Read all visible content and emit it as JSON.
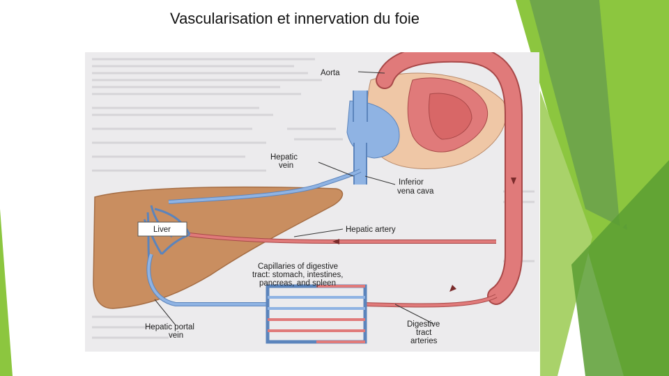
{
  "slide": {
    "title": "Vascularisation et innervation du foie"
  },
  "diagram": {
    "labels": {
      "aorta": "Aorta",
      "hepatic_vein_1": "Hepatic",
      "hepatic_vein_2": "vein",
      "ivc_1": "Inferior",
      "ivc_2": "vena cava",
      "liver": "Liver",
      "hepatic_artery": "Hepatic artery",
      "capillaries_1": "Capillaries of digestive",
      "capillaries_2": "tract: stomach, intestines,",
      "capillaries_3": "pancreas, and spleen",
      "portal_1": "Hepatic portal",
      "portal_2": "vein",
      "dta_1": "Digestive",
      "dta_2": "tract",
      "dta_3": "arteries"
    },
    "colors": {
      "artery": "#e07a7a",
      "vein": "#8fb3e3",
      "liver": "#c98e60",
      "heart_outer": "#efc7a6",
      "accent_green": "#8cc63f"
    }
  }
}
